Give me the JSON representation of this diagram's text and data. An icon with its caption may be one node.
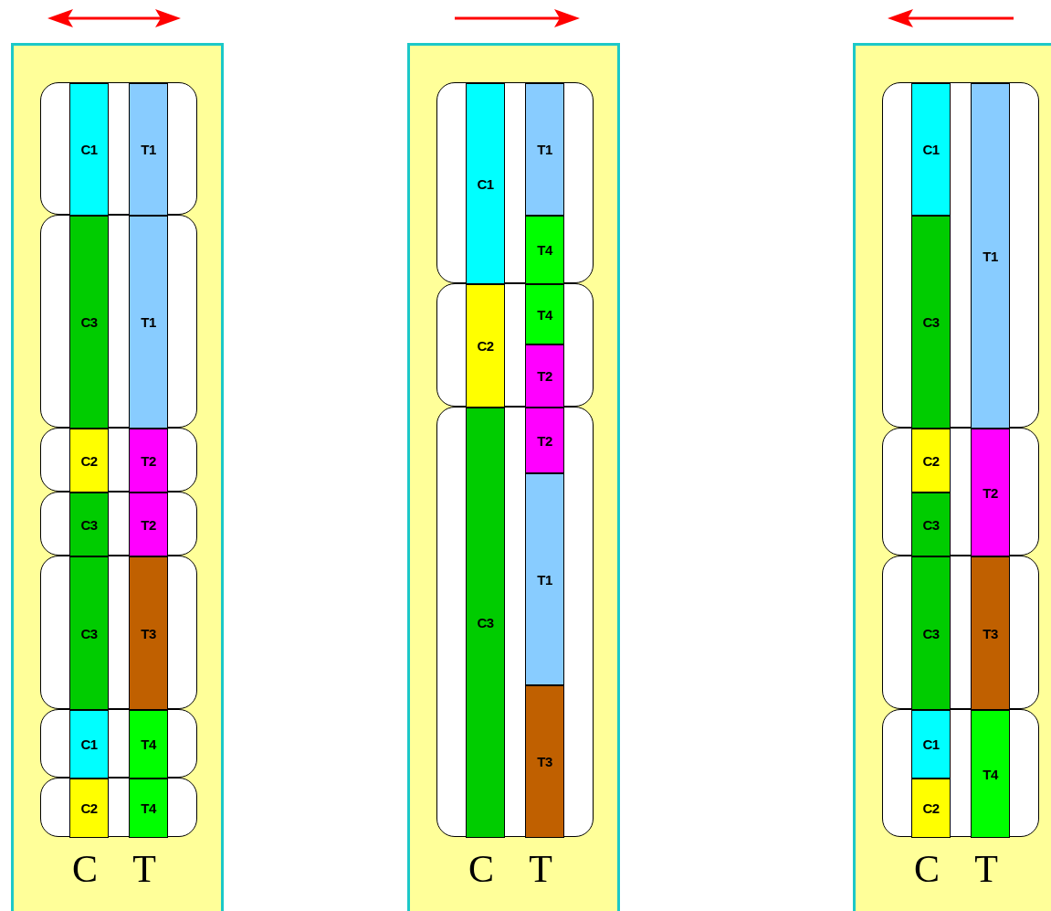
{
  "diagram": {
    "nodes": [
      {
        "text": [],
        "shape": "box"
      },
      {
        "text": [],
        "shape": "box",
        "in": 0
      },
      {
        "text": [
          "C1"
        ],
        "in": 1
      },
      {
        "text": [
          "T1"
        ],
        "in": 1
      },
      {
        "text": [],
        "shape": "box",
        "in": 0
      },
      {
        "text": [
          "C3"
        ],
        "in": 4
      },
      {
        "text": [
          "T1"
        ],
        "in": 4
      },
      {
        "text": [],
        "shape": "box",
        "in": 0
      },
      {
        "text": [
          "C2"
        ],
        "in": 7
      },
      {
        "text": [
          "T2"
        ],
        "in": 7
      },
      {
        "text": [],
        "shape": "box",
        "in": 0
      },
      {
        "text": [
          "C3"
        ],
        "in": 10
      },
      {
        "text": [
          "T2"
        ],
        "in": 10
      },
      {
        "text": [],
        "shape": "box",
        "in": 0
      },
      {
        "text": [
          "C3"
        ],
        "in": 13
      },
      {
        "text": [
          "T3"
        ],
        "in": 13
      },
      {
        "text": [],
        "shape": "box",
        "in": 0
      },
      {
        "text": [
          "C1"
        ],
        "in": 16
      },
      {
        "text": [
          "T4"
        ],
        "in": 16
      },
      {
        "text": [],
        "shape": "box",
        "in": 0
      },
      {
        "text": [
          "C2"
        ],
        "in": 19
      },
      {
        "text": [
          "T4"
        ],
        "in": 19
      },
      {
        "text": [],
        "shape": "box"
      },
      {
        "text": [],
        "shape": "box",
        "in": 22
      },
      {
        "text": [
          "C1"
        ],
        "in": 23
      },
      {
        "text": [
          "T1"
        ],
        "in": 23
      },
      {
        "text": [
          "T4"
        ],
        "in": 23
      },
      {
        "text": [],
        "shape": "box",
        "in": 22
      },
      {
        "text": [
          "C2"
        ],
        "in": 27
      },
      {
        "text": [
          "T4"
        ],
        "in": 27
      },
      {
        "text": [
          "T2"
        ],
        "in": 27
      },
      {
        "text": [],
        "shape": "box",
        "in": 22
      },
      {
        "text": [
          "C3"
        ],
        "in": 31
      },
      {
        "text": [
          "T2"
        ],
        "in": 31
      },
      {
        "text": [
          "T1"
        ],
        "in": 31
      },
      {
        "text": [
          "T3"
        ],
        "in": 31
      },
      {
        "text": [],
        "shape": "box"
      },
      {
        "text": [],
        "shape": "box",
        "in": 36
      },
      {
        "text": [
          "C1"
        ],
        "in": 37
      },
      {
        "text": [
          "C3"
        ],
        "in": 37
      },
      {
        "text": [
          "T1"
        ],
        "in": 37
      },
      {
        "text": [],
        "shape": "box",
        "in": 36
      },
      {
        "text": [
          "C2"
        ],
        "in": 41
      },
      {
        "text": [
          "C3"
        ],
        "in": 41
      },
      {
        "text": [
          "T2"
        ],
        "in": 41
      },
      {
        "text": [],
        "shape": "box",
        "in": 36
      },
      {
        "text": [
          "C3"
        ],
        "in": 45
      },
      {
        "text": [
          "T3"
        ],
        "in": 45
      },
      {
        "text": [],
        "shape": "box",
        "in": 36
      },
      {
        "text": [
          "C1"
        ],
        "in": 48
      },
      {
        "text": [
          "C2"
        ],
        "in": 48
      },
      {
        "text": [
          "T4"
        ],
        "in": 48
      }
    ],
    "labels": [
      "C",
      "T",
      "C",
      "T",
      "C",
      "T"
    ]
  }
}
